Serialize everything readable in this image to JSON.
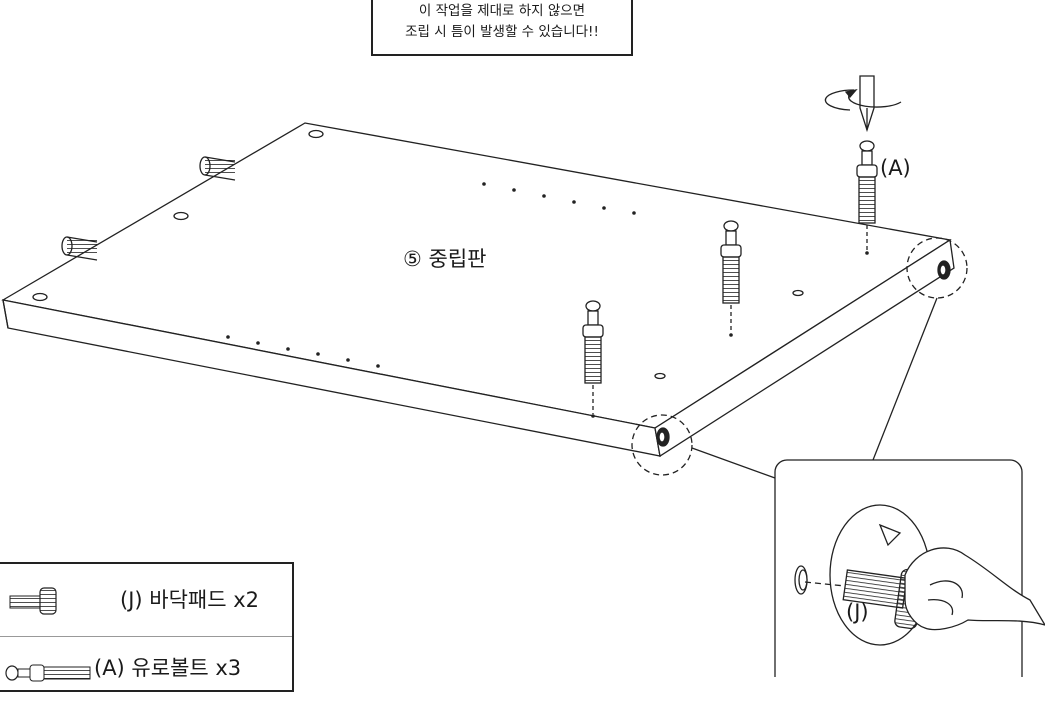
{
  "warning": {
    "line1": "이 작업을 제대로 하지 않으면",
    "line2": "조립 시 틈이 발생할 수 있습니다!!"
  },
  "diagram": {
    "panel_label": "⑤ 중립판",
    "bolt_label": "(A)",
    "detail_label": "(J)"
  },
  "legend": {
    "items": [
      {
        "label": "(J) 바닥패드 x2",
        "icon": "floor-pad-icon"
      },
      {
        "label": "(A) 유로볼트 x3",
        "icon": "euro-bolt-icon"
      }
    ]
  }
}
